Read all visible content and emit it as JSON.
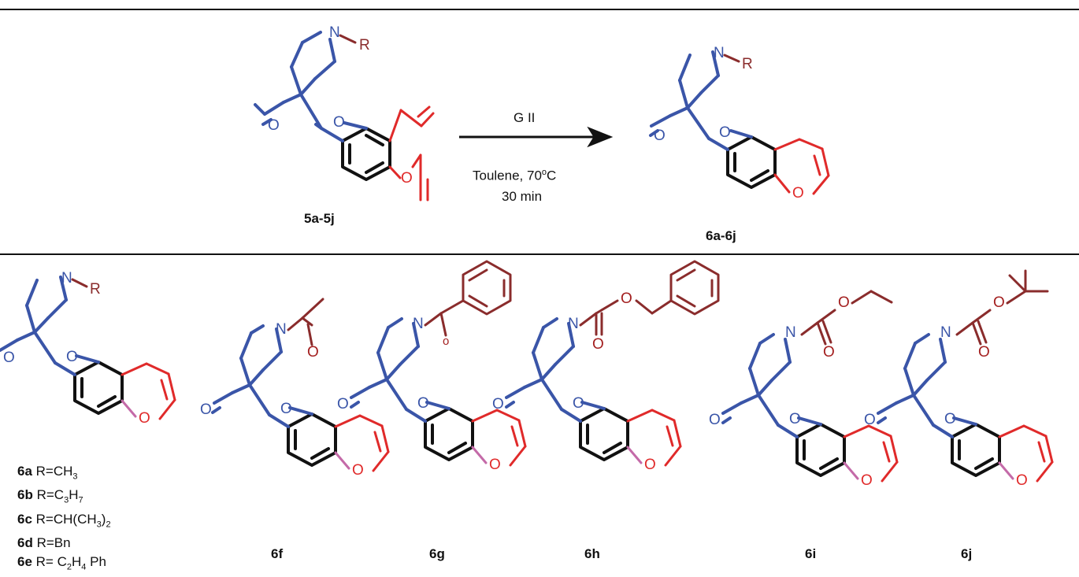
{
  "scheme": {
    "reactant_label": "5a-5j",
    "product_label": "6a-6j",
    "reagent": "G II",
    "solvent_temp_prefix": "Toulene, 70",
    "solvent_temp_sup": "o",
    "solvent_temp_suffix": "C",
    "time": "30 min"
  },
  "atoms": {
    "N": "N",
    "O": "O",
    "R": "R",
    "o_small": "o"
  },
  "r_groups": [
    {
      "id": "6a",
      "prefix": "R=CH",
      "sub": "3",
      "suffix": ""
    },
    {
      "id": "6b",
      "prefix": "R=C",
      "sub": "3",
      "mid": "H",
      "sub2": "7"
    },
    {
      "id": "6c",
      "prefix": "R=CH(CH",
      "sub": "3",
      "suffix": ")",
      "sub2": "2"
    },
    {
      "id": "6d",
      "prefix": "R=Bn"
    },
    {
      "id": "6e",
      "prefix": "R= C",
      "sub": "2",
      "mid": "H",
      "sub2": "4",
      "suffix": " Ph"
    }
  ],
  "compounds": [
    "6f",
    "6g",
    "6h",
    "6i",
    "6j"
  ],
  "colors": {
    "spiro_blue": "#3a55a8",
    "ring_red": "#e02a2a",
    "substituent_dark_red": "#8a2c2c",
    "aromatic_black": "#111111",
    "junction_pink": "#c46aa8"
  }
}
